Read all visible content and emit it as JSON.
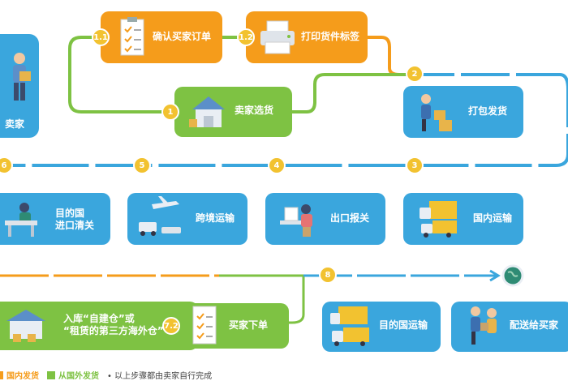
{
  "nodes": {
    "seller": "卖家",
    "confirm_order": "确认买家订单",
    "print_label": "打印货件标签",
    "select_goods": "卖家选货",
    "pack_ship": "打包发货",
    "domestic_transport": "国内运输",
    "export_customs": "出口报关",
    "cross_border": "跨境运输",
    "import_customs": "目的国\n进口清关",
    "inbound_warehouse": "入库“自建仓”或\n“租赁的第三方海外仓”",
    "buyer_order": "买家下单",
    "dest_transport": "目的国运输",
    "deliver_buyer": "配送给买家"
  },
  "badges": {
    "b11": "1.1",
    "b12": "1.2",
    "b1": "1",
    "b2": "2",
    "b3": "3",
    "b4": "4",
    "b5": "5",
    "b6": "6",
    "b72": "7.2",
    "b8": "8"
  },
  "legend": {
    "domestic": "国内发货",
    "overseas": "从国外发货",
    "note": "• 以上步骤都由卖家自行完成"
  },
  "colors": {
    "blue": "#3aa6dd",
    "orange": "#f59c1b",
    "green": "#7ec243",
    "badge_yellow": "#f2c230"
  }
}
